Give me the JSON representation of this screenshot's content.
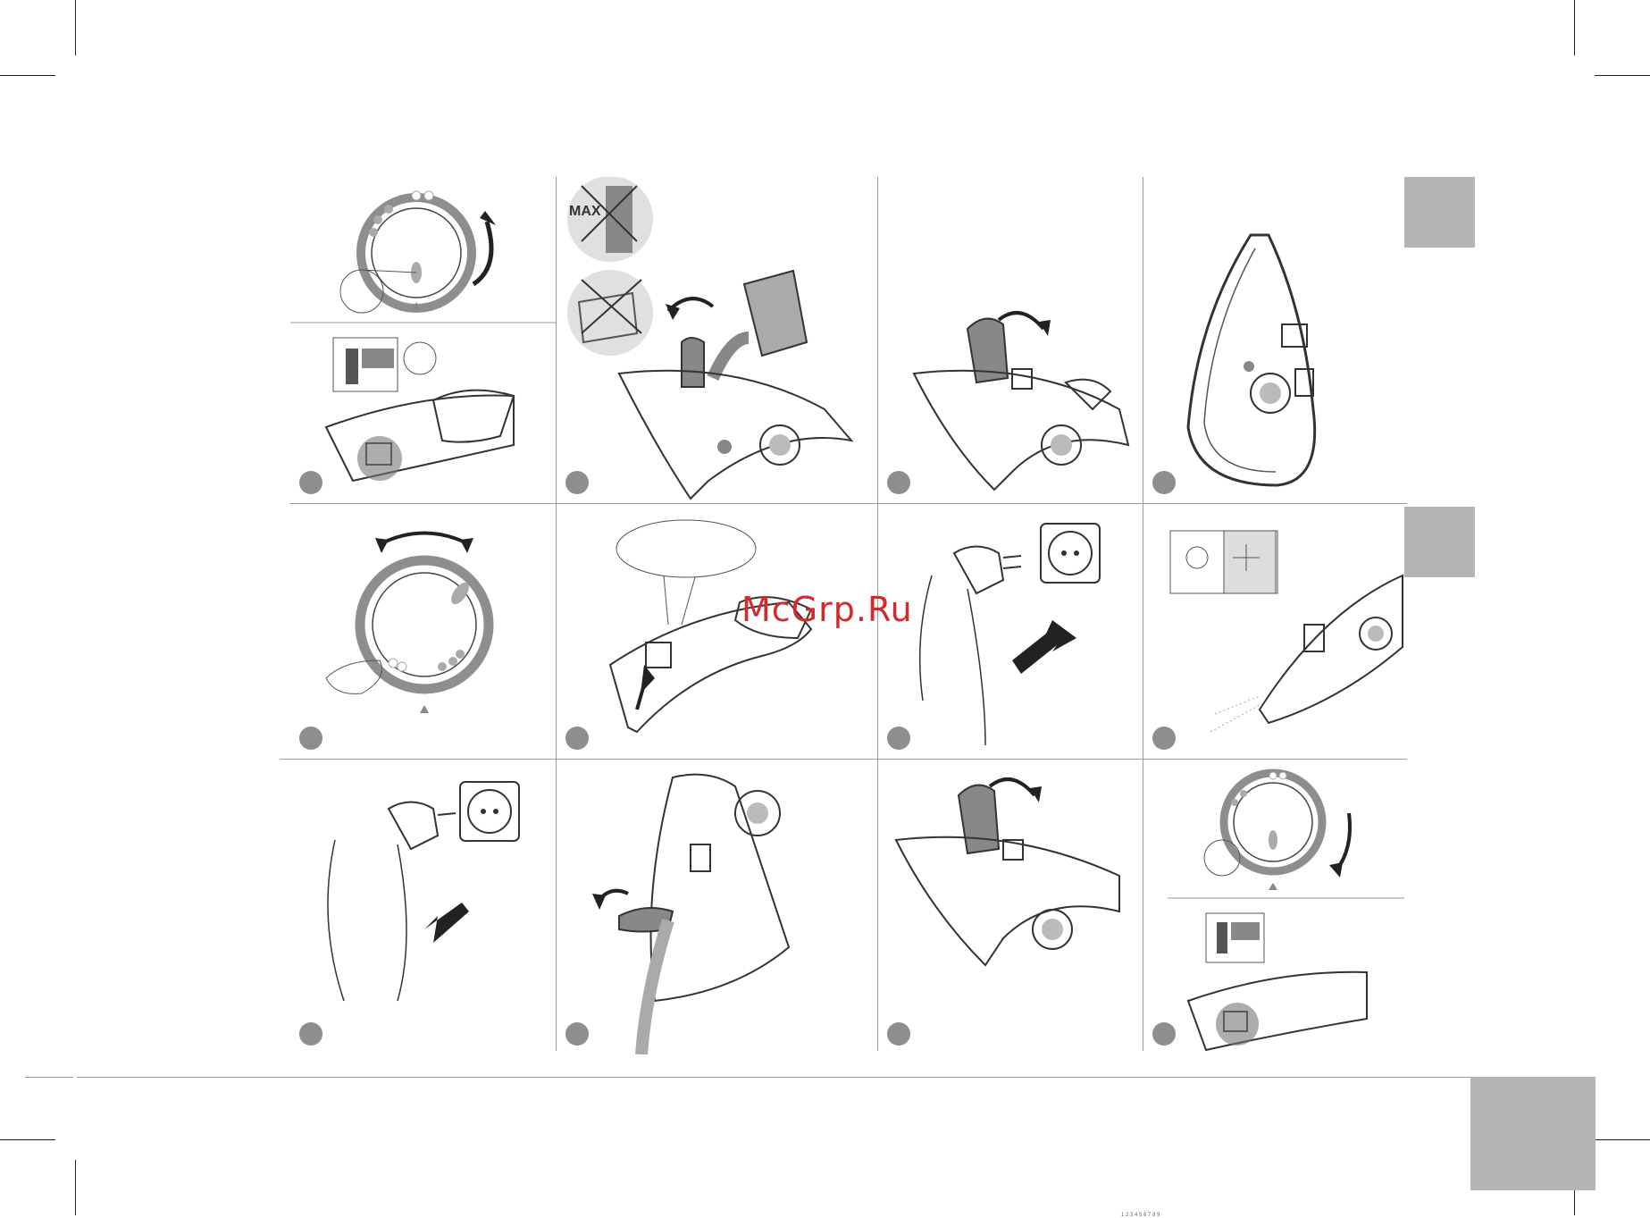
{
  "watermark": "McGrp.Ru",
  "panels": [
    {
      "id": "p1",
      "label": "dial-turn-up"
    },
    {
      "id": "p2",
      "label": "fill-water"
    },
    {
      "id": "p3",
      "label": "close-cap"
    },
    {
      "id": "p4",
      "label": "iron-upright"
    },
    {
      "id": "p5",
      "label": "dial-select"
    },
    {
      "id": "p6",
      "label": "steam-control"
    },
    {
      "id": "p7",
      "label": "plug-in"
    },
    {
      "id": "p8",
      "label": "steam-ironing"
    },
    {
      "id": "p9",
      "label": "unplug"
    },
    {
      "id": "p10",
      "label": "empty-water"
    },
    {
      "id": "p11",
      "label": "close-cap-2"
    },
    {
      "id": "p12",
      "label": "dial-turn-down"
    }
  ],
  "max_label": "MAX",
  "footer": "1 2 3 4 5 6 7 8 9"
}
